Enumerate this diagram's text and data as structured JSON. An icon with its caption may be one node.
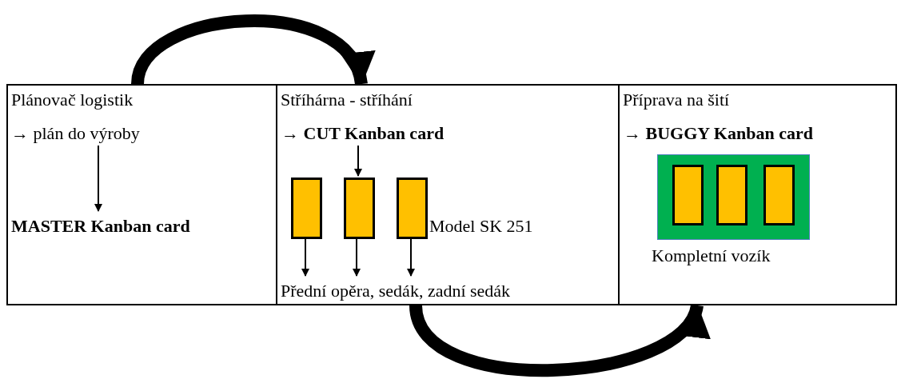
{
  "diagram": {
    "nodes": [
      {
        "text": [
          "Plánovač logistik"
        ]
      },
      {
        "text": [
          "→ plán do výroby"
        ],
        "in": 0
      },
      {
        "text": [
          "MASTER Kanban card"
        ],
        "in": 0
      },
      {
        "text": [
          "Stříhárna - stříhání"
        ]
      },
      {
        "text": [
          "→ CUT Kanban card"
        ],
        "in": 3
      },
      {
        "text": [],
        "shape": "box",
        "in": 3
      },
      {
        "text": [],
        "shape": "box",
        "in": 3
      },
      {
        "text": [],
        "shape": "box",
        "in": 3,
        "beside": [
          "Model SK 251"
        ]
      },
      {
        "text": [
          "Přední opěra, sedák, zadní sedák"
        ],
        "in": 3
      },
      {
        "text": [
          "Příprava na šití"
        ]
      },
      {
        "text": [
          "→ BUGGY Kanban card"
        ],
        "in": 9
      },
      {
        "text": [],
        "shape": "box",
        "in": 9,
        "beside": [
          "Kompletní vozík"
        ]
      },
      {
        "text": [],
        "shape": "box",
        "in": 11
      },
      {
        "text": [],
        "shape": "box",
        "in": 11
      },
      {
        "text": [],
        "shape": "box",
        "in": 11
      }
    ],
    "edges": [
      {
        "from": 0,
        "to": 3,
        "arrow": "to",
        "style": "thick"
      },
      {
        "from": 3,
        "to": 9,
        "arrow": "to",
        "style": "thick"
      },
      {
        "from": 1,
        "to": 2,
        "arrow": "to"
      },
      {
        "from": 4,
        "to": 6,
        "arrow": "to"
      },
      {
        "from": 5,
        "to": 8,
        "arrow": "to"
      },
      {
        "from": 6,
        "to": 8,
        "arrow": "to"
      },
      {
        "from": 7,
        "to": 8,
        "arrow": "to"
      }
    ]
  }
}
